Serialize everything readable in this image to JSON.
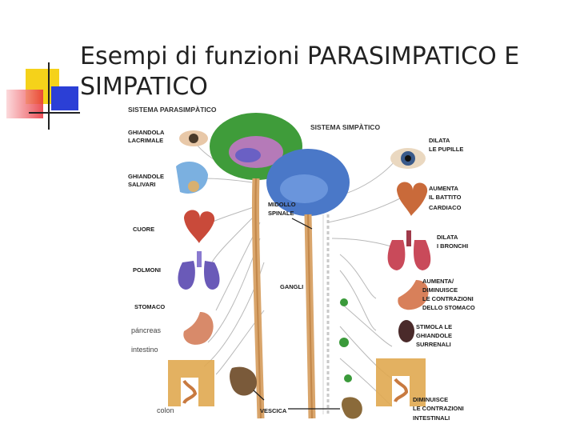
{
  "slide": {
    "title_line1": "Esempi di funzioni PARASIMPATICO E",
    "title_line2": "SIMPATICO"
  },
  "figure": {
    "parasympathetic_header": "SISTEMA PARASIMPÀTICO",
    "sympathetic_header": "SISTEMA SIMPÀTICO",
    "left_labels": {
      "lacrimal_1": "GHIANDOLA",
      "lacrimal_2": "LACRIMALE",
      "salivary_1": "GHIANDOLE",
      "salivary_2": "SALIVARI",
      "heart": "CUORE",
      "lungs": "POLMONI",
      "stomach": "STOMACO",
      "pancreas": "páncreas",
      "intestine": "intestino",
      "colon": "colon"
    },
    "center_labels": {
      "spinal_1": "MIDOLLO",
      "spinal_2": "SPINALE",
      "ganglia": "GANGLI",
      "bladder": "VESCICA"
    },
    "right_labels": {
      "pupils_1": "DILATA",
      "pupils_2": "LE PUPILLE",
      "heartbeat_1": "AUMENTA",
      "heartbeat_2": "IL BATTITO",
      "heartbeat_3": "CARDIACO",
      "bronchi_1": "DILATA",
      "bronchi_2": "I BRONCHI",
      "stomach_1": "AUMENTA/",
      "stomach_2": "DIMINUISCE",
      "stomach_3": "LE CONTRAZIONI",
      "stomach_4": "DELLO STOMACO",
      "adrenal_1": "STIMOLA LE",
      "adrenal_2": "GHIANDOLE",
      "adrenal_3": "SURRENALI",
      "intestinal_1": "DIMINUISCE",
      "intestinal_2": "LE CONTRAZIONI",
      "intestinal_3": "INTESTINALI"
    }
  },
  "colors": {
    "accent_yellow": "#f5d21a",
    "accent_red": "#e8323a",
    "accent_blue": "#2b3fd6",
    "brain_green": "#3f9c3a",
    "brain_blue": "#4a78c8",
    "organ_red": "#c94a3a",
    "ganglion_green": "#3a9a3a"
  }
}
